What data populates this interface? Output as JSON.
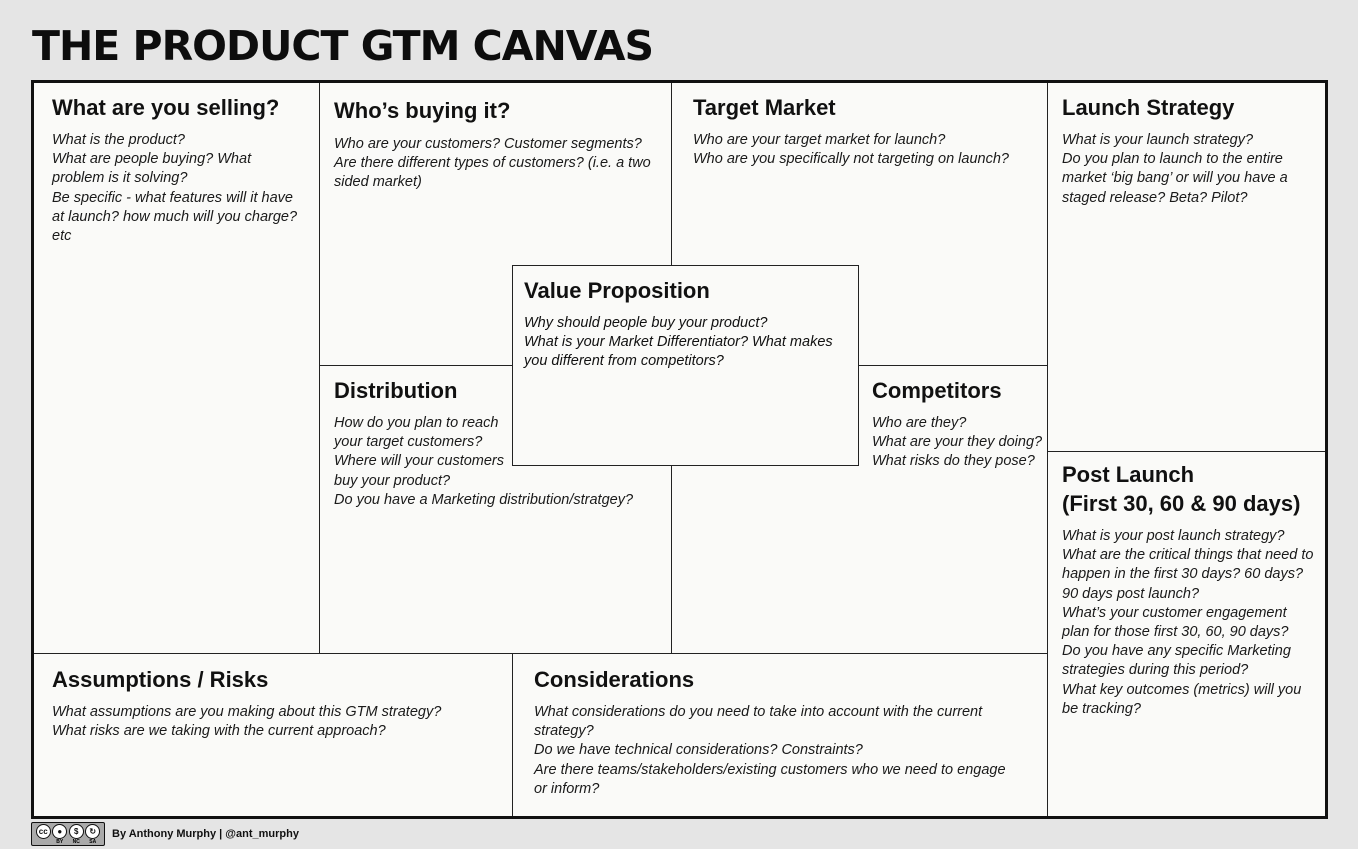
{
  "title": "THE PRODUCT GTM CANVAS",
  "sections": {
    "selling": {
      "heading": "What are you selling?",
      "questions": [
        "What is the product?",
        "What are people buying? What problem is it solving?",
        "Be specific - what features will it have at launch? how much will you charge? etc"
      ]
    },
    "buying": {
      "heading": "Who’s buying it?",
      "questions": [
        "Who are your customers? Customer segments?",
        "Are there different types of customers? (i.e. a two sided market)"
      ]
    },
    "target_market": {
      "heading": "Target Market",
      "questions": [
        "Who are your target market for launch?",
        "Who are you specifically not targeting on launch?"
      ]
    },
    "launch_strategy": {
      "heading": "Launch Strategy",
      "questions": [
        "What is your launch strategy?",
        "Do you plan to launch to the entire market ‘big bang’ or will you have a staged release? Beta? Pilot?"
      ]
    },
    "value_proposition": {
      "heading": "Value Proposition",
      "questions": [
        "Why should people buy your product?",
        "What is your Market Differentiator? What makes you different from competitors?"
      ]
    },
    "distribution": {
      "heading": "Distribution",
      "questions": [
        "How do you plan to reach your target customers?",
        "Where will your customers buy your product?",
        "Do you have a Marketing distribution/stratgey?"
      ]
    },
    "competitors": {
      "heading": "Competitors",
      "questions": [
        "Who are they?",
        "What are your they doing?",
        "What risks do they pose?"
      ]
    },
    "post_launch": {
      "heading": "Post Launch",
      "subheading": "(First 30, 60 & 90 days)",
      "questions": [
        "What is your post launch strategy?",
        "What are the critical things that need to happen in the first 30 days? 60 days? 90 days post launch?",
        "What’s your customer engagement plan for those first 30, 60, 90 days?",
        "Do you have any specific Marketing strategies during this period?",
        "What key outcomes (metrics) will you be tracking?"
      ]
    },
    "assumptions": {
      "heading": "Assumptions / Risks",
      "questions": [
        "What assumptions are you making about this GTM strategy?",
        "What risks are we taking with the current approach?"
      ]
    },
    "considerations": {
      "heading": "Considerations",
      "questions": [
        "What considerations do you need to take into account with the current strategy?",
        "Do we have technical considerations? Constraints?",
        "Are there teams/stakeholders/existing customers who we need to engage or inform?"
      ]
    }
  },
  "footer": {
    "license_labels": [
      "BY",
      "NC",
      "SA"
    ],
    "license_icons": [
      "cc-icon",
      "attribution-icon",
      "noncommercial-icon",
      "share-alike-icon"
    ],
    "credit": "By Anthony Murphy | @ant_murphy"
  }
}
